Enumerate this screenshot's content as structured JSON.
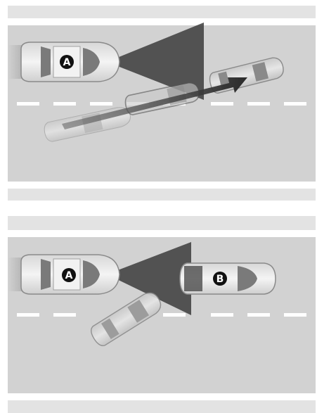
{
  "panels": [
    {
      "id": "top",
      "ego_label": "A",
      "arrow_shown": true
    },
    {
      "id": "bottom",
      "ego_label": "A",
      "target_label": "B",
      "arrow_shown": false
    }
  ],
  "colors": {
    "road": "#d2d2d2",
    "road_strip": "#e3e3e3",
    "lane_marking": "#ffffff",
    "sensor_cone": "#3c3c3c",
    "badge": "#111111",
    "car_body": "#e9e9e9",
    "car_glass": "#7a7a7a"
  },
  "icons": [
    "ego-vehicle-icon",
    "cutting-in-vehicle-icon",
    "lane-change-arrow-icon",
    "radar-sensor-cone"
  ]
}
